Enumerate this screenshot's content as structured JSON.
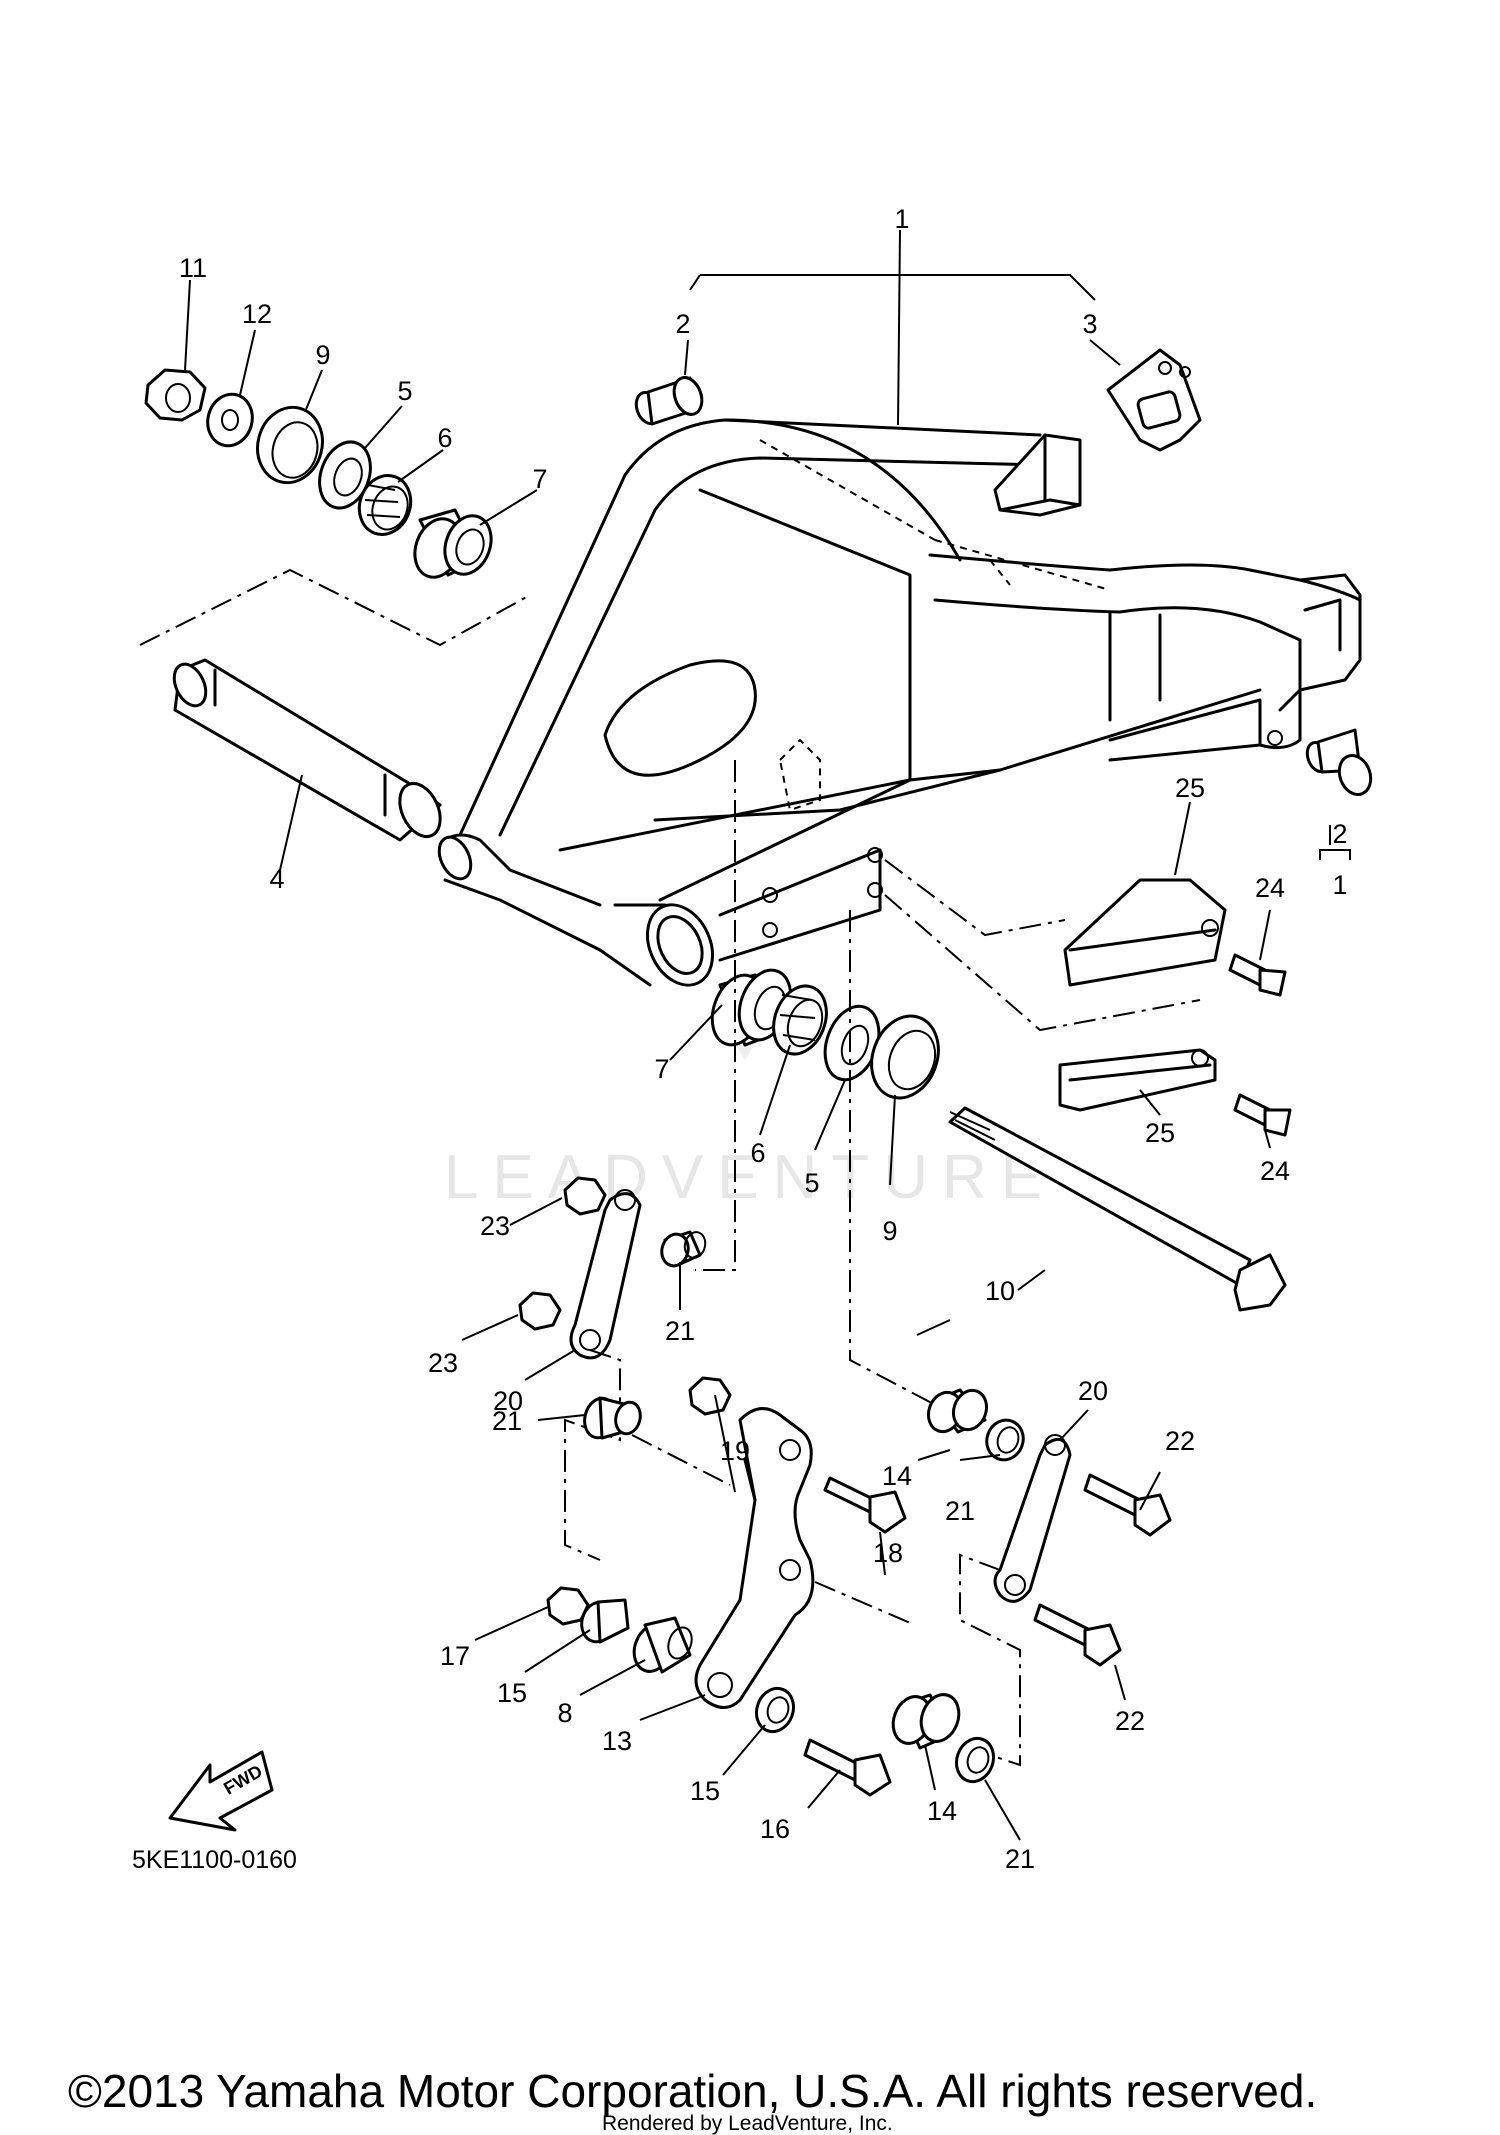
{
  "diagram": {
    "drawing_code": "5KE1100-0160",
    "fwd_label": "FWD",
    "watermark": "LEADVENTURE",
    "copyright": "©2013 Yamaha Motor Corporation, U.S.A. All rights reserved.",
    "rendered_by": "Rendered by LeadVenture, Inc.",
    "callouts": [
      "1",
      "2",
      "3",
      "11",
      "12",
      "9",
      "5",
      "6",
      "7",
      "4",
      "2",
      "1",
      "25",
      "24",
      "7",
      "6",
      "5",
      "9",
      "25",
      "24",
      "23",
      "21",
      "10",
      "23",
      "20",
      "20",
      "22",
      "19",
      "14",
      "21",
      "18",
      "21",
      "17",
      "15",
      "8",
      "13",
      "22",
      "15",
      "14",
      "16",
      "21"
    ]
  }
}
